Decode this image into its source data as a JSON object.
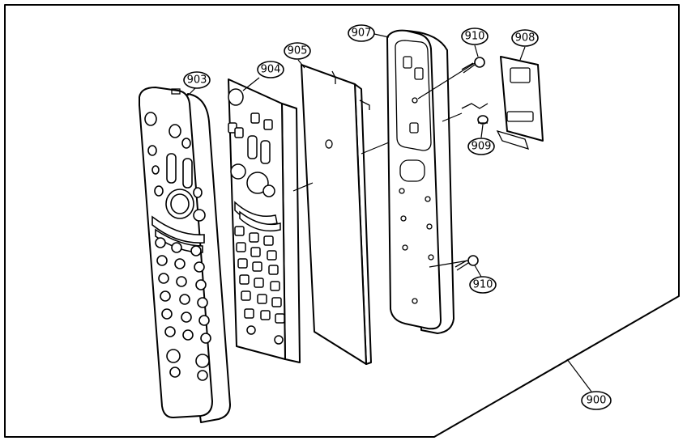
{
  "diagram": {
    "callouts": {
      "c903": "903",
      "c904": "904",
      "c905": "905",
      "c907": "907",
      "c910a": "910",
      "c908": "908",
      "c909": "909",
      "c910b": "910",
      "c900": "900"
    }
  }
}
